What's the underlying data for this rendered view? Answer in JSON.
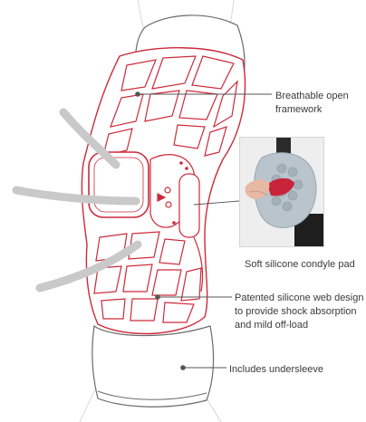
{
  "palette": {
    "frame_red": "#cc2a3a",
    "sleeve_outline": "#6b6b6b",
    "arrow_gray": "#c9c9c9",
    "leader_gray": "#555555",
    "label_text": "#3a3a3a"
  },
  "callouts": {
    "framework": {
      "lines": [
        "Breathable open",
        "framework"
      ]
    },
    "condyle": {
      "lines": [
        "Soft silicone condyle pad"
      ]
    },
    "web": {
      "lines": [
        "Patented silicone web design",
        "to provide shock absorption",
        "and mild off-load"
      ]
    },
    "sleeve": {
      "lines": [
        "Includes undersleeve"
      ]
    }
  },
  "inset": {
    "subject": "silicone condyle pad detail photo"
  }
}
